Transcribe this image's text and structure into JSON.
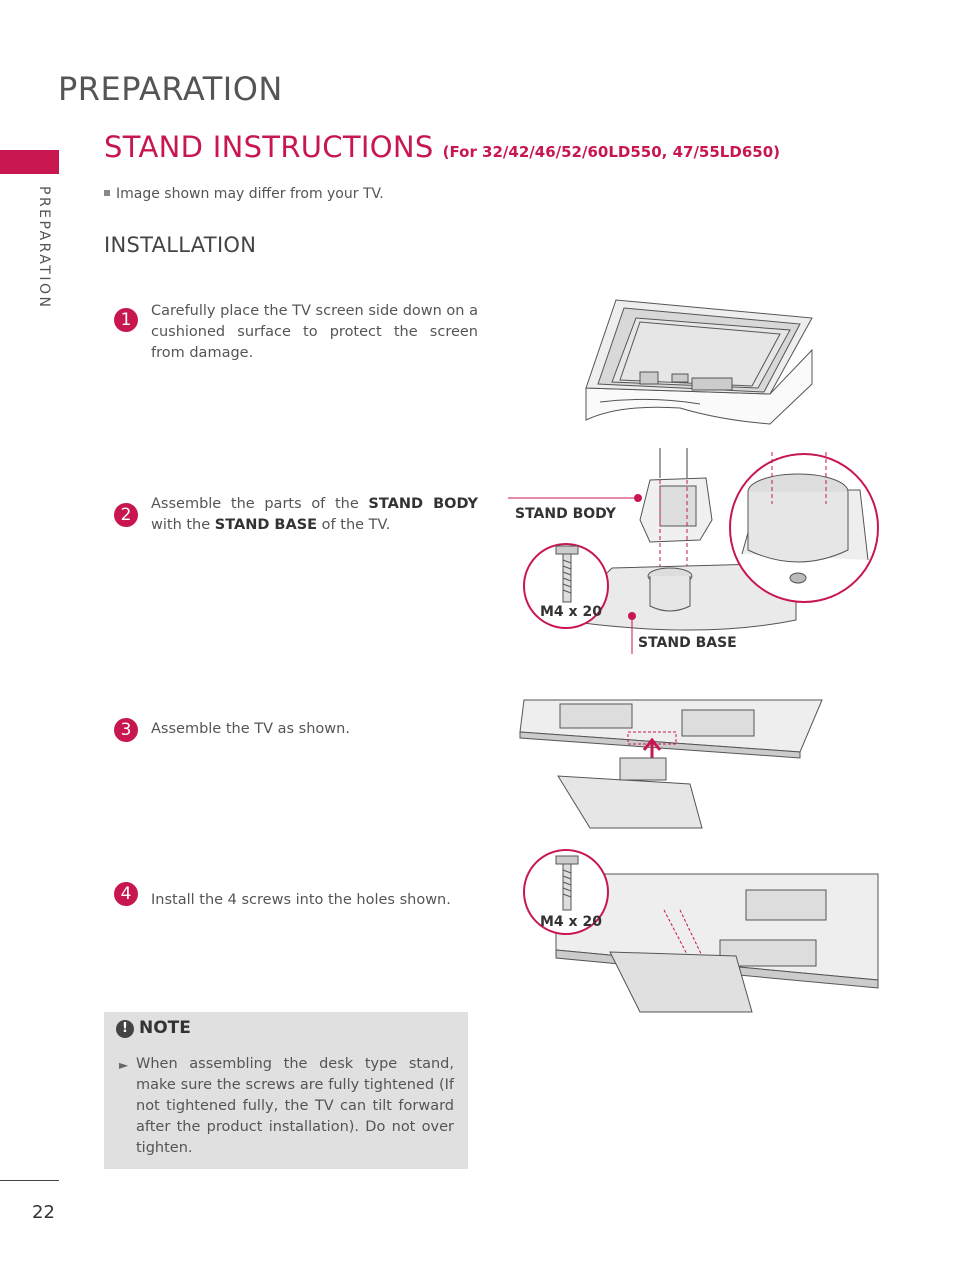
{
  "header": {
    "title": "PREPARATION"
  },
  "sidebar": {
    "label": "PREPARATION"
  },
  "section": {
    "title": "STAND INSTRUCTIONS",
    "subtitle": "(For 32/42/46/52/60LD550, 47/55LD650)"
  },
  "disclaimer": "Image shown may differ from your TV.",
  "subsection": {
    "title": "INSTALLATION"
  },
  "steps": [
    {
      "number": "1",
      "text": "Carefully place the TV screen side down on a cushioned surface to protect the screen from damage."
    },
    {
      "number": "2",
      "text_a": "Assemble the parts of the ",
      "bold_a": "STAND BODY",
      "text_b": " with the ",
      "bold_b": "STAND BASE",
      "text_c": " of the TV."
    },
    {
      "number": "3",
      "text": "Assemble the TV as shown."
    },
    {
      "number": "4",
      "text": "Install the 4 screws into the holes shown."
    }
  ],
  "diagram_labels": {
    "stand_body": "STAND BODY",
    "stand_base": "STAND BASE",
    "screw_spec": "M4 x 20"
  },
  "note": {
    "title": "NOTE",
    "icon": "exclamation-icon",
    "bullet": "►",
    "text": "When assembling the desk type stand, make sure the screws are fully tightened (If not tightened fully, the TV can tilt forward after the product installation). Do not  over tighten."
  },
  "footer": {
    "page_number": "22"
  },
  "colors": {
    "accent": "#c8174f",
    "note_background": "#e0e0e0",
    "text": "#555555"
  }
}
